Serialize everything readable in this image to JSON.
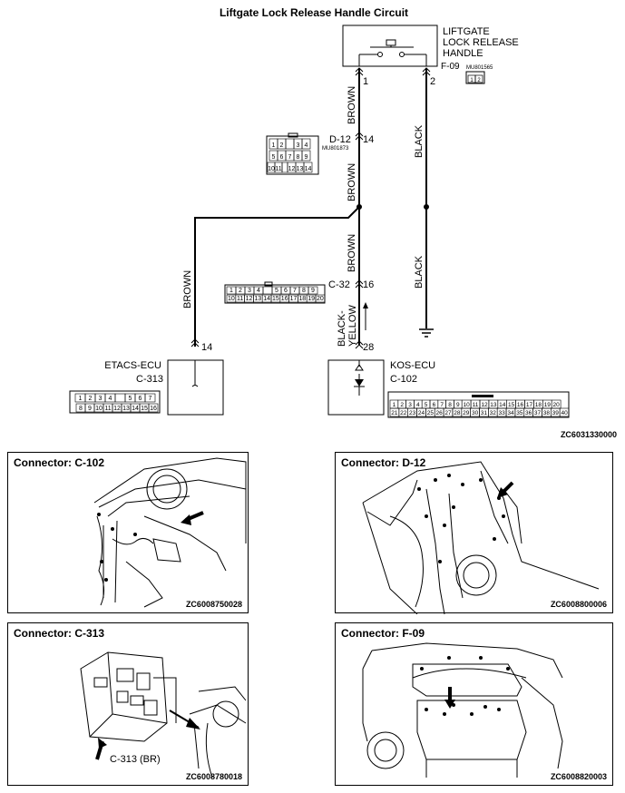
{
  "title": "Liftgate Lock Release Handle Circuit",
  "handle": {
    "name_line1": "LIFTGATE",
    "name_line2": "LOCK RELEASE",
    "name_line3": "HANDLE",
    "connector": "F-09",
    "part_no": "MU801565",
    "pin_left": "1",
    "pin_right": "2"
  },
  "connector_d12": {
    "id": "D-12",
    "part_no": "MU801873",
    "pin": "14"
  },
  "connector_c32": {
    "id": "C-32",
    "pin": "16"
  },
  "etacs": {
    "name": "ETACS-ECU",
    "connector": "C-313",
    "pin": "14"
  },
  "kos": {
    "name": "KOS-ECU",
    "connector": "C-102",
    "pin": "28"
  },
  "wires": {
    "brown": "BROWN",
    "black": "BLACK",
    "black_yellow_1": "BLACK-",
    "black_yellow_2": "YELLOW"
  },
  "diagram_code": "ZC6031330000",
  "panels": {
    "c102": {
      "title": "Connector: C-102",
      "code": "ZC6008750028"
    },
    "d12": {
      "title": "Connector: D-12",
      "code": "ZC6008800006"
    },
    "c313": {
      "title": "Connector: C-313",
      "code": "ZC6008780018",
      "label": "C-313 (BR)"
    },
    "f09": {
      "title": "Connector: F-09",
      "code": "ZC6008820003"
    }
  },
  "pinouts": {
    "f09": [
      "1",
      "2"
    ],
    "d12_row1": [
      "1",
      "2",
      "",
      "3",
      "4"
    ],
    "d12_row2": [
      "5",
      "6",
      "7",
      "8",
      "9"
    ],
    "d12_row3": [
      "10",
      "11",
      "",
      "12",
      "13",
      "14"
    ],
    "c32_row1": [
      "1",
      "2",
      "3",
      "4",
      "",
      "5",
      "6",
      "7",
      "8",
      "9"
    ],
    "c32_row2": [
      "10",
      "11",
      "12",
      "13",
      "14",
      "15",
      "16",
      "17",
      "18",
      "19",
      "20"
    ],
    "c313_row1": [
      "1",
      "2",
      "3",
      "4",
      "",
      "5",
      "6",
      "7"
    ],
    "c313_row2": [
      "8",
      "9",
      "10",
      "11",
      "12",
      "13",
      "14",
      "15",
      "16"
    ],
    "c102_row1": [
      "",
      "",
      "",
      "",
      "",
      "",
      "",
      "",
      "",
      "",
      "10",
      "11",
      "12",
      "13",
      "14",
      "15",
      "16",
      "17",
      "18",
      "19",
      "20"
    ],
    "c102_row2": [
      "21",
      "22",
      "23",
      "24",
      "25",
      "26",
      "27",
      "28",
      "29",
      "30",
      "31",
      "32",
      "33",
      "34",
      "35",
      "36",
      "37",
      "38",
      "39",
      "40"
    ],
    "c102_row1_left": [
      "1",
      "2",
      "3",
      "4",
      "5",
      "6",
      "7",
      "8",
      "9"
    ]
  }
}
